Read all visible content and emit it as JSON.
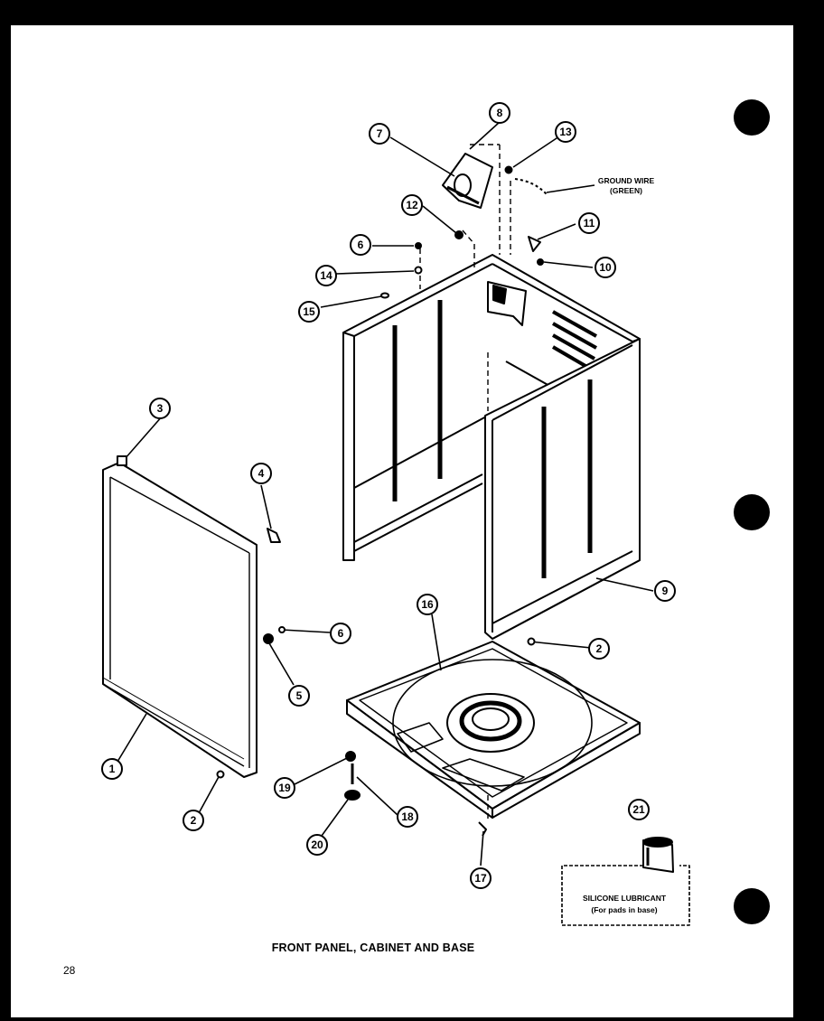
{
  "diagram": {
    "title": "FRONT PANEL, CABINET AND BASE",
    "page_number": "28",
    "ground_wire_label_line1": "GROUND WIRE",
    "ground_wire_label_line2": "(GREEN)",
    "silicone_label_line1": "SILICONE LUBRICANT",
    "silicone_label_line2": "(For pads in base)",
    "callouts": {
      "c1": "1",
      "c2a": "2",
      "c2b": "2",
      "c3": "3",
      "c4": "4",
      "c5": "5",
      "c6a": "6",
      "c6b": "6",
      "c7": "7",
      "c8": "8",
      "c9": "9",
      "c10": "10",
      "c11": "11",
      "c12": "12",
      "c13": "13",
      "c14": "14",
      "c15": "15",
      "c16": "16",
      "c17": "17",
      "c18": "18",
      "c19": "19",
      "c20": "20",
      "c21": "21"
    }
  },
  "colors": {
    "paper": "#ffffff",
    "ink": "#000000",
    "border": "#000000"
  }
}
